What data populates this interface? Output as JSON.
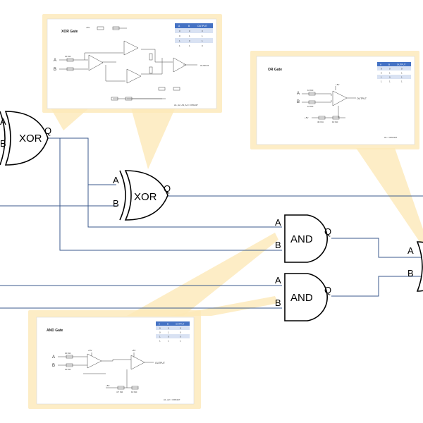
{
  "gates": {
    "xor1": {
      "label": "XOR",
      "pin_a": "A",
      "pin_b": "B",
      "out": "Q"
    },
    "xor2": {
      "label": "XOR",
      "pin_a": "A",
      "pin_b": "B",
      "out": "Q"
    },
    "and1": {
      "label": "AND",
      "pin_a": "A",
      "pin_b": "B",
      "out": "Q"
    },
    "and2": {
      "label": "AND",
      "pin_a": "A",
      "pin_b": "B",
      "out": "Q"
    },
    "or1": {
      "pin_a": "A",
      "pin_b": "B"
    }
  },
  "xor_card": {
    "title": "XOR Gate",
    "headers": [
      "A",
      "B",
      "OUTPUT"
    ],
    "rows": [
      [
        "0",
        "0",
        "0"
      ],
      [
        "0",
        "1",
        "1"
      ],
      [
        "1",
        "0",
        "1"
      ],
      [
        "1",
        "1",
        "0"
      ]
    ],
    "input_a": "A",
    "input_b": "B",
    "output": "OUTPUT",
    "footer": "A1, A2, A3, A4 = OPA347",
    "r_top": "10 KΩ",
    "vcc": "+5V"
  },
  "or_card": {
    "title": "OR Gate",
    "headers": [
      "A",
      "B",
      "OUTPUT"
    ],
    "rows": [
      [
        "0",
        "0",
        "0"
      ],
      [
        "0",
        "1",
        "1"
      ],
      [
        "1",
        "0",
        "1"
      ],
      [
        "1",
        "1",
        "1"
      ]
    ],
    "input_a": "A",
    "input_b": "B",
    "output": "OUTPUT",
    "footer": "A1 = OPA347",
    "r1": "10 KΩ",
    "r2": "10 KΩ",
    "r3": "4K KΩ",
    "r4": "10 KΩ",
    "vcc": "+5V"
  },
  "and_card": {
    "title": "AND Gate",
    "headers": [
      "A",
      "B",
      "OUTPUT"
    ],
    "rows": [
      [
        "0",
        "0",
        "0"
      ],
      [
        "0",
        "1",
        "0"
      ],
      [
        "1",
        "0",
        "0"
      ],
      [
        "1",
        "1",
        "1"
      ]
    ],
    "input_a": "A",
    "input_b": "B",
    "output": "OUTPUT",
    "footer": "A1, A2 = OPA347",
    "r1": "10 KΩ",
    "r2": "10 KΩ",
    "r3": "4.7 KΩ",
    "r4": "10 KΩ",
    "vcc": "+5V"
  },
  "colors": {
    "wire": "#3b5a8c",
    "callout": "#fde9b8",
    "table_header": "#4472c4",
    "table_row": "#d9e2f3"
  }
}
